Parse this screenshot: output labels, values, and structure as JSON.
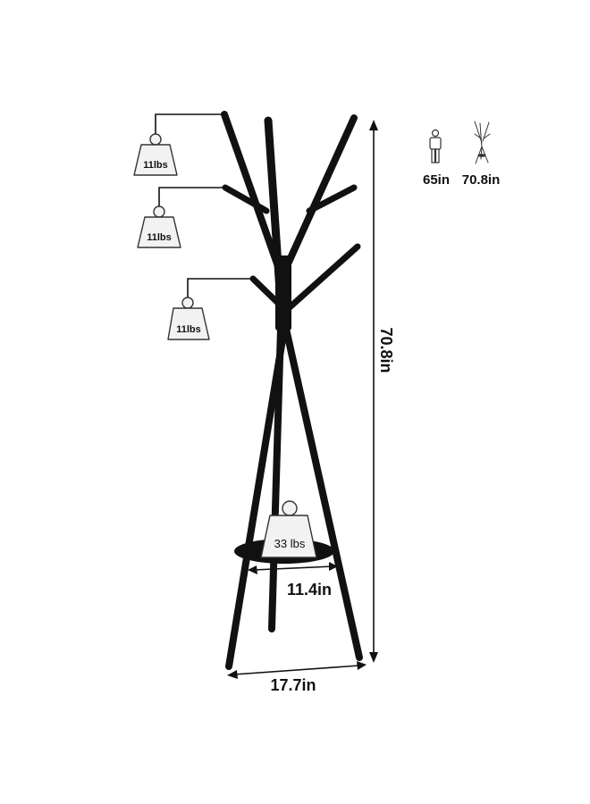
{
  "weights": {
    "hook_top": "11lbs",
    "hook_middle": "11lbs",
    "hook_lower": "11lbs",
    "shelf": "33 lbs"
  },
  "dimensions": {
    "height": "70.8in",
    "base_width": "17.7in",
    "shelf_diameter": "11.4in"
  },
  "comparison": {
    "person_height": "65in",
    "rack_height": "70.8in"
  },
  "colors": {
    "rack": "#111111",
    "weight_fill": "#f2f2f2",
    "weight_stroke": "#333333"
  }
}
